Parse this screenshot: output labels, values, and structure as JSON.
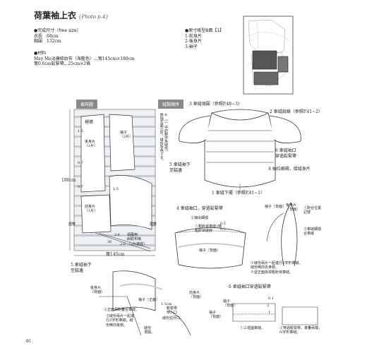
{
  "title": "荷葉袖上衣",
  "photo_ref": "Photo p.4",
  "size": {
    "heading": "●完成尺寸（free size）",
    "line1": "衣長　68cm",
    "line2": "胸圍　132cm"
  },
  "material": {
    "heading": "●材料",
    "line1": "May Me淡褲條紋布（海藍色）…寬145cm×180cm",
    "line2": "寬0.6cm鬆緊帶…25cm×2條"
  },
  "pattern": {
    "heading": "●原寸紙型B面【1】",
    "items": [
      "1-前身片",
      "2-後身片",
      "3-袖子"
    ]
  },
  "layout": {
    "label": "裁布圖",
    "dim_height": "180cm",
    "dim_width": "寬145cm",
    "pieces": {
      "facing": "裡襟",
      "back": "後身片\n（1片）",
      "sleeve": "袖子\n（2片）",
      "front": "前身片\n（1片）",
      "binding": "領圍用\n斜紋布條\n（2片接縫）"
    },
    "seam_values": [
      "1.5",
      "0.7",
      "0.7",
      "1.5",
      "2.6",
      "36",
      "2.6"
    ],
    "fold_marks": [
      "摺雙",
      "摺雙"
    ],
    "note": "※（ ）中的數字為縫份。\n除指定處之外，縫份皆為1cm。"
  },
  "sewing": {
    "label": "縫製順序",
    "steps": [
      "3 車縫領圍（參照P.48~3）",
      "2 車縫肩線（參照P.41~2）",
      "6 車縫袖口\n穿過鬆緊帶",
      "4 抽拉細褶，接縫身片",
      "5 車縫袖下\n至脇邊",
      "1 車縫下襬（參照P.41~1）"
    ]
  },
  "step4": {
    "heading": "4 車縫袖口，穿過鬆緊帶",
    "labels": [
      "②抽出細褶",
      "①粗針目車縫2條\n粗針目縫線",
      "0.5",
      "0.5",
      "袖子（背面）",
      "後身片\n（背面）",
      "袖子（背面）"
    ],
    "notes": [
      "①對合位置\n記號",
      "③車縫細褶\n合車縫",
      "④縫份兩片一起進行Z字形車縫，\n縫份倒向衣身側。\n※從正面拆掉粗針目車縫。"
    ]
  },
  "step5": {
    "heading": "5 車縫袖下\n至脇邊",
    "labels": [
      "後身片\n（背面）",
      "袖子（正面）",
      "前身片\n（背面）",
      "1.5cm",
      "縫份剪牙口。",
      "鬆緊帶\n穿入口",
      "②正面相對疊合車縫。",
      "③縫份兩片一起進行Z字形車縫，縫份倒向後側。",
      "縫份\n燙開。",
      "袖子\n（背面）"
    ]
  },
  "step6": {
    "heading": "6 車縫袖口穿過鬆緊帶",
    "labels": [
      "袖子\n（背面）",
      "①三褶邊車縫。",
      "0.1",
      "2",
      "1",
      "②穿過鬆緊帶，車疊兩端，\nN字形車縫。"
    ]
  },
  "page_number": "46"
}
